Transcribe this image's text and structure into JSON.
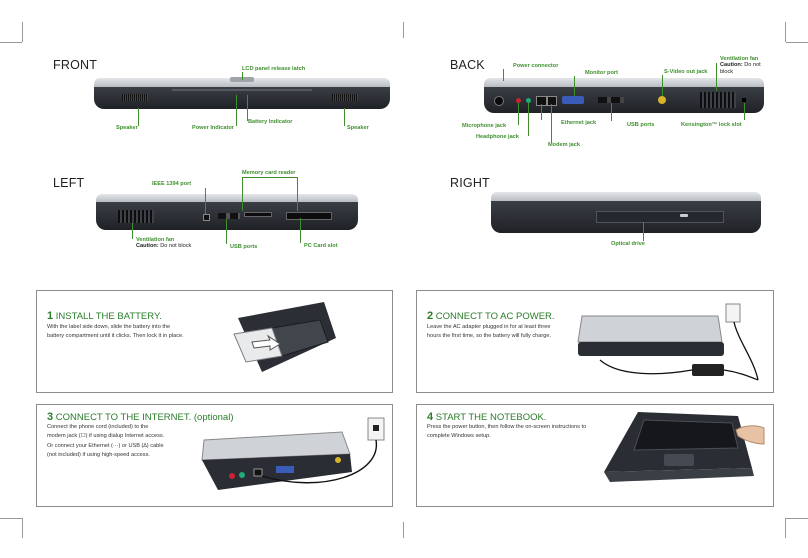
{
  "sections": {
    "front": "FRONT",
    "back": "BACK",
    "left": "LEFT",
    "right": "RIGHT"
  },
  "front_labels": {
    "lcd_latch": "LCD panel release latch",
    "speaker_left": "Speaker",
    "power_indicator": "Power Indicator",
    "battery_indicator": "Battery Indicator",
    "speaker_right": "Speaker"
  },
  "back_labels": {
    "power_connector": "Power connector",
    "monitor_port": "Monitor port",
    "svideo": "S-Video out jack",
    "vent_title": "Ventilation fan",
    "vent_caution_label": "Caution:",
    "vent_caution_text_1": "Do not",
    "vent_caution_text_2": "block",
    "microphone": "Microphone  jack",
    "headphone": "Headphone jack",
    "ethernet": "Ethernet jack",
    "usb": "USB ports",
    "kensington": "Kensington™ lock slot",
    "modem": "Modem jack"
  },
  "left_labels": {
    "ieee": "IEEE 1394 port",
    "memory_card": "Memory card reader",
    "vent_title": "Ventilation fan",
    "vent_caution_label": "Caution:",
    "vent_caution_text": "Do not block",
    "usb": "USB ports",
    "pc_card": "PC Card slot"
  },
  "right_labels": {
    "optical": "Optical drive"
  },
  "steps": [
    {
      "number": "1",
      "title": "INSTALL THE BATTERY.",
      "lines": [
        "With the label side down, slide the battery into the",
        "battery compartment until it clicks. Then lock it in place."
      ]
    },
    {
      "number": "2",
      "title": "CONNECT TO AC POWER.",
      "lines": [
        "Leave the AC adapter plugged in for at least three",
        "hours the first time, so the battery will fully charge."
      ]
    },
    {
      "number": "3",
      "title": "CONNECT TO THE INTERNET. (optional)",
      "lines": [
        "Connect the phone cord (included) to the",
        "modem jack (☐) if using dialup Internet access.",
        "Or connect your Ethernet (···) or USB (∆) cable",
        "(not included) if using high-speed access."
      ]
    },
    {
      "number": "4",
      "title": "START THE NOTEBOOK.",
      "lines": [
        "Press the power button, then follow the on-screen instructions to",
        "complete Windows setup."
      ]
    }
  ],
  "colors": {
    "accent_green": "#3f8f2f",
    "laptop_dark": "#2a2d33",
    "laptop_silver": "#c9ccd0",
    "border_gray": "#8d8d8d"
  }
}
